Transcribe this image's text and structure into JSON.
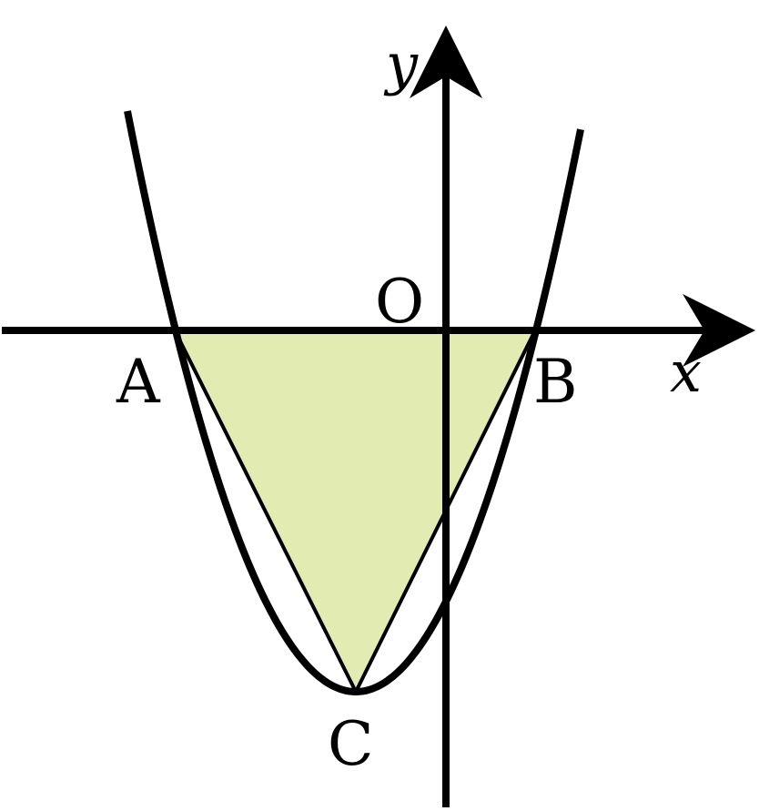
{
  "diagram": {
    "labels": {
      "x_axis": "x",
      "y_axis": "y",
      "origin": "O",
      "point_a": "A",
      "point_b": "B",
      "point_c": "C"
    },
    "colors": {
      "stroke": "#000000",
      "triangle_fill": "#e1ebb2",
      "background": "#ffffff"
    }
  }
}
